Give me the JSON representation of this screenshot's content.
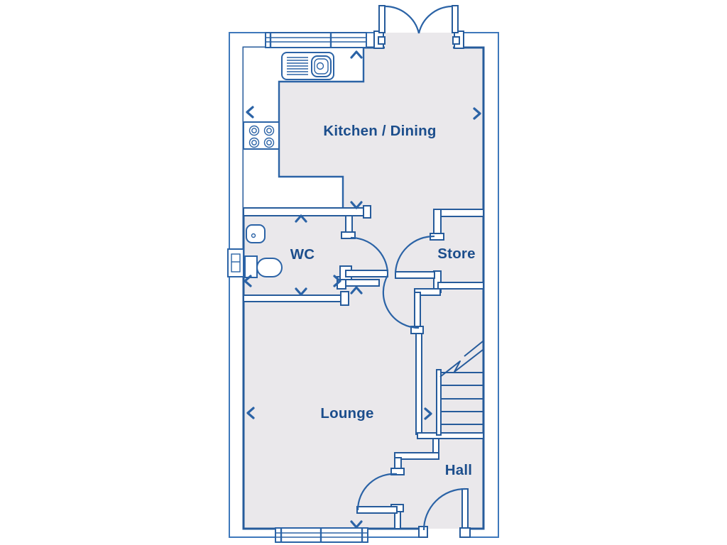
{
  "plan": {
    "rooms": [
      {
        "label": "Kitchen / Dining"
      },
      {
        "label": "WC"
      },
      {
        "label": "Store"
      },
      {
        "label": "Lounge"
      },
      {
        "label": "Hall"
      }
    ],
    "fixtures": [
      "kitchen-sink",
      "hob",
      "wc-basin",
      "toilet",
      "staircase",
      "french-doors",
      "front-door",
      "wc-door",
      "store-door",
      "lounge-door",
      "window-top",
      "window-bottom",
      "meter-box"
    ],
    "icons": [
      "chevron-up-icon",
      "chevron-down-icon",
      "chevron-left-icon",
      "chevron-right-icon"
    ],
    "colors": {
      "wall_line": "#265b9b",
      "detail_line": "#2b63a6",
      "outer_line": "#3e78bb",
      "floor_fill": "#eae8eb",
      "label_text": "#1c4e8c",
      "background": "#ffffff"
    }
  }
}
